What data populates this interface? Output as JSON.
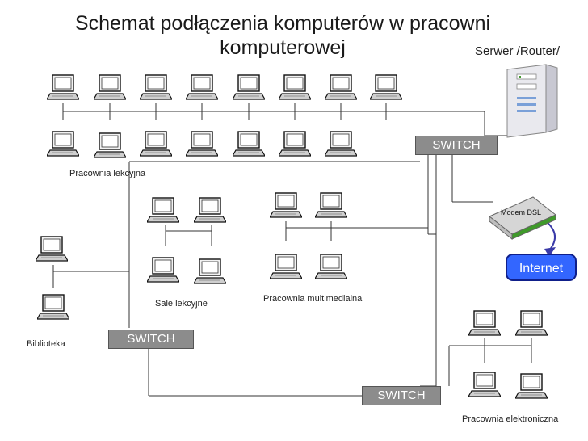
{
  "title": "Schemat podłączenia komputerów w pracowni komputerowej",
  "server": {
    "label": "Serwer /Router/"
  },
  "modem": {
    "label": "Modem DSL"
  },
  "internet": {
    "label": "Internet"
  },
  "switches": {
    "main": "SWITCH",
    "left": "SWITCH",
    "bottom": "SWITCH"
  },
  "rooms": {
    "lecture": "Pracownia lekcyjna",
    "classrooms": "Sale lekcyjne",
    "multimedia": "Pracownia multimedialna",
    "library": "Biblioteka",
    "electronics": "Pracownia elektroniczna"
  },
  "colors": {
    "switch": "#8c8c8c",
    "internet": "#3366ff",
    "arrow": "#3a3aa8",
    "modem_accent": "#3f9a2a"
  },
  "icons": {
    "computer": "laptop-icon",
    "server": "server-tower-icon",
    "modem": "modem-icon"
  }
}
